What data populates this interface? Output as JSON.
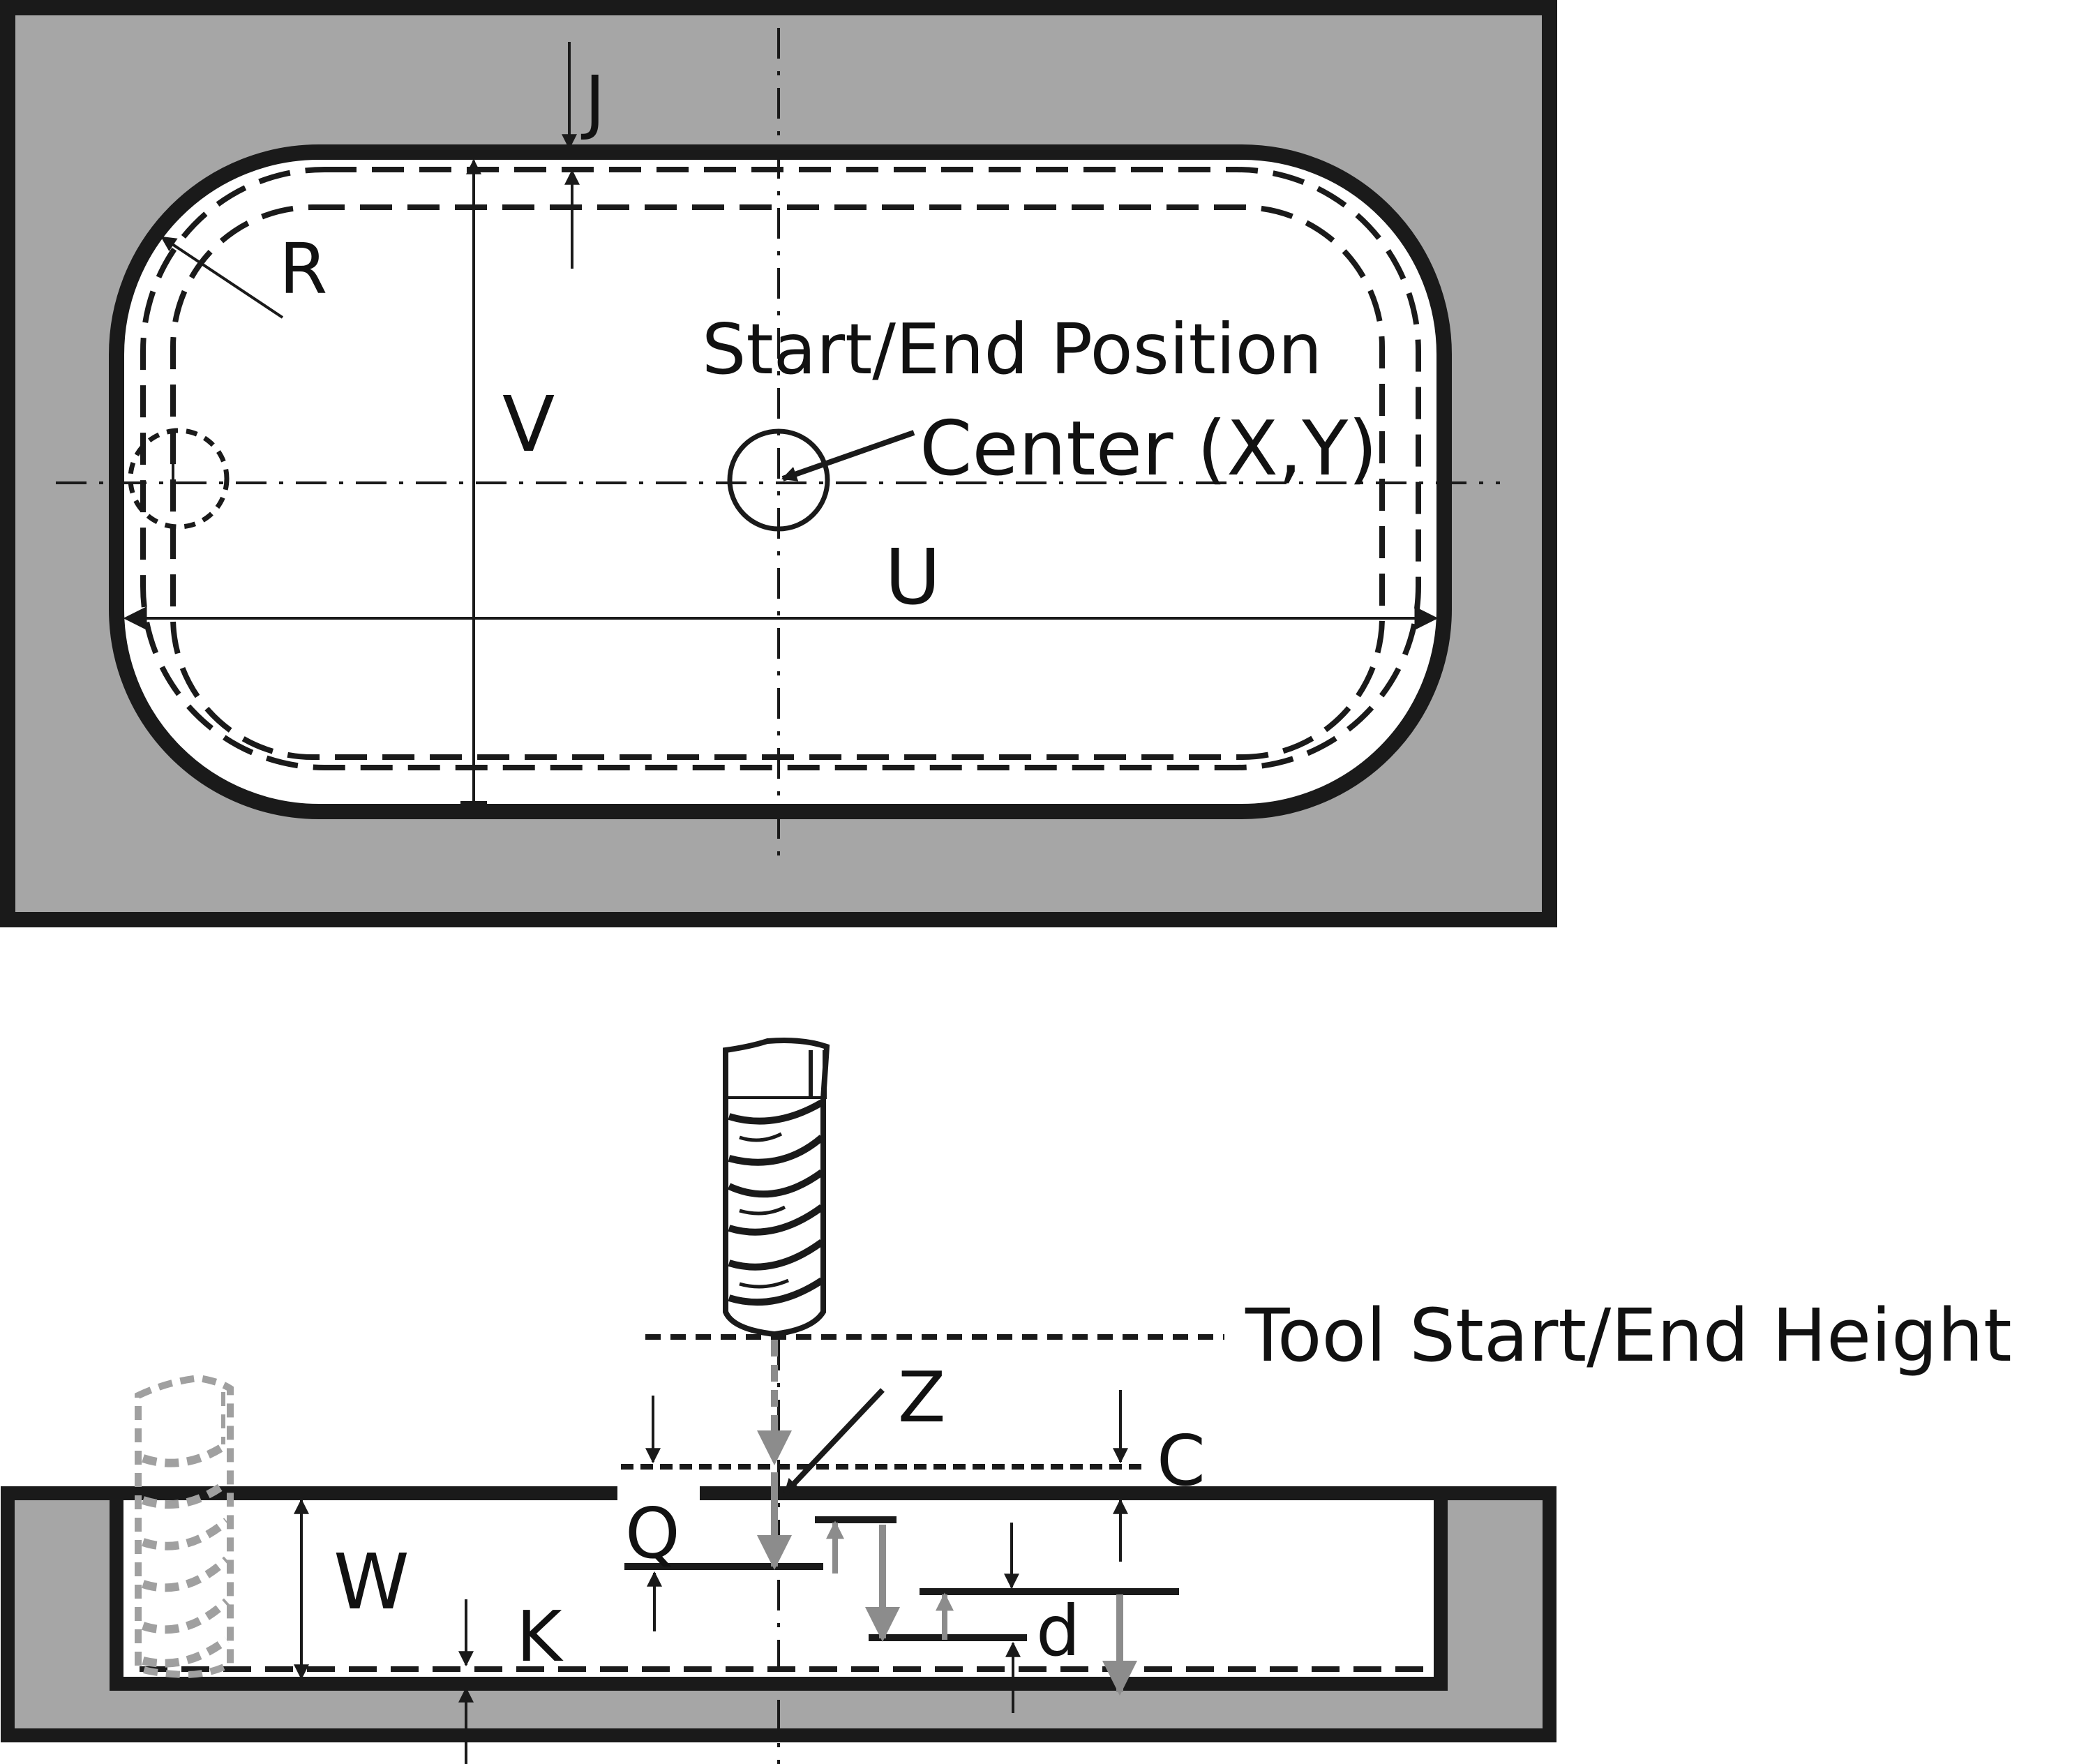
{
  "labels": {
    "j": "J",
    "r": "R",
    "v": "V",
    "u": "U",
    "start_end_position": "Start/End Position",
    "center": "Center (X,Y)",
    "tool_start_end_height": "Tool Start/End Height",
    "z": "Z",
    "c": "C",
    "q": "Q",
    "w": "W",
    "k": "K",
    "d": "d"
  },
  "colors": {
    "material": "#a6a6a6",
    "line": "#1a1a1a",
    "arrow_gray": "#8c8c8c",
    "ghost_tool": "#a0a0a0"
  }
}
